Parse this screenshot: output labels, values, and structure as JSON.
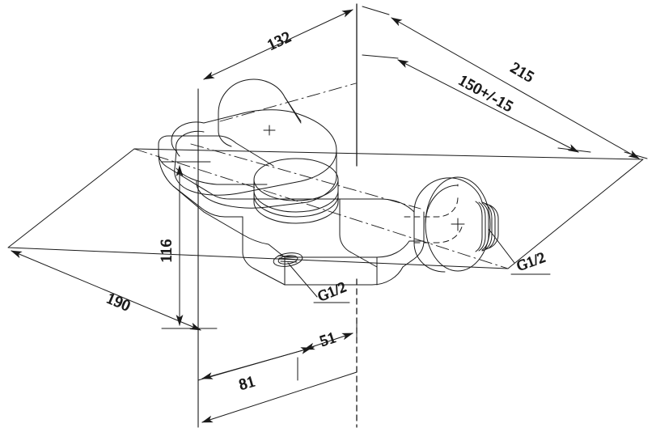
{
  "document": {
    "title": "Shower mixer dimensional drawing",
    "type": "isometric technical drawing",
    "units": "mm",
    "line_color": "#1a1a1a",
    "background_color": "#ffffff"
  },
  "dimensions": {
    "depth_132": {
      "label": "132",
      "value": 132,
      "orientation": "top-diagonal"
    },
    "projection_215": {
      "label": "215",
      "value": 215,
      "orientation": "right-diagonal"
    },
    "spacing_150": {
      "label": "150+/-15",
      "value": 150,
      "tolerance": 15,
      "orientation": "right-diagonal"
    },
    "height_116": {
      "label": "116",
      "value": 116,
      "orientation": "vertical"
    },
    "width_190": {
      "label": "190",
      "value": 190,
      "orientation": "left-diagonal"
    },
    "offset_81": {
      "label": "81",
      "value": 81,
      "orientation": "bottom-diagonal"
    },
    "offset_51": {
      "label": "51",
      "value": 51,
      "orientation": "bottom-diagonal"
    }
  },
  "annotations": {
    "thread_outlet_bottom": {
      "label": "G1/2",
      "target": "bottom shower outlet"
    },
    "thread_inlet_right": {
      "label": "G1/2",
      "target": "right side water inlet"
    }
  }
}
